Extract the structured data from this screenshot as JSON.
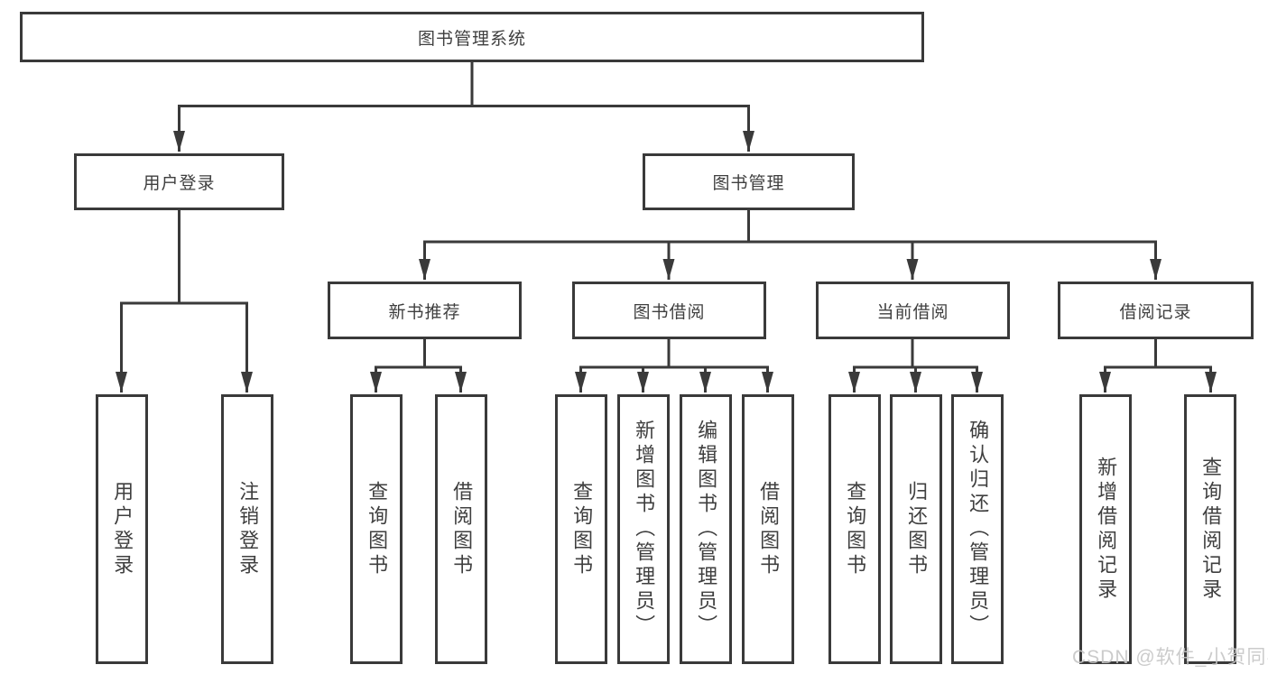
{
  "diagram": {
    "type": "hierarchy-tree",
    "nodes": {
      "root": {
        "label": "图书管理系统"
      },
      "level2": [
        {
          "label": "用户登录"
        },
        {
          "label": "图书管理"
        }
      ],
      "level3": [
        {
          "label": "新书推荐",
          "parent": "图书管理"
        },
        {
          "label": "图书借阅",
          "parent": "图书管理"
        },
        {
          "label": "当前借阅",
          "parent": "图书管理"
        },
        {
          "label": "借阅记录",
          "parent": "图书管理"
        }
      ],
      "leaves": [
        {
          "label": "用户登录",
          "parent": "用户登录"
        },
        {
          "label": "注销登录",
          "parent": "用户登录"
        },
        {
          "label": "查询图书",
          "parent": "新书推荐"
        },
        {
          "label": "借阅图书",
          "parent": "新书推荐"
        },
        {
          "label": "查询图书",
          "parent": "图书借阅"
        },
        {
          "label": "新增图书（管理员）",
          "parent": "图书借阅"
        },
        {
          "label": "编辑图书（管理员）",
          "parent": "图书借阅"
        },
        {
          "label": "借阅图书",
          "parent": "图书借阅"
        },
        {
          "label": "查询图书",
          "parent": "当前借阅"
        },
        {
          "label": "归还图书",
          "parent": "当前借阅"
        },
        {
          "label": "确认归还（管理员）",
          "parent": "当前借阅"
        },
        {
          "label": "新增借阅记录",
          "parent": "借阅记录"
        },
        {
          "label": "查询借阅记录",
          "parent": "借阅记录"
        }
      ]
    }
  },
  "watermark": {
    "text": "CSDN @软件_小贺同学",
    "color": "#c6c6c6"
  },
  "colors": {
    "line": "#3a3a3a",
    "text": "#3f3f3f",
    "background": "#ffffff"
  }
}
